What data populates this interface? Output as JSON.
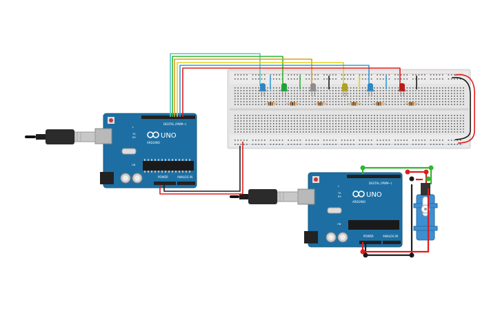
{
  "board_left": {
    "model": "UNO",
    "brand": "ARDUINO",
    "header_digital": "DIGITAL (PWM~)",
    "header_power": "POWER",
    "header_analog": "ANALOG IN",
    "label_tx": "TX",
    "label_rx": "RX",
    "label_l": "L",
    "label_on": "ON"
  },
  "board_right": {
    "model": "UNO",
    "brand": "ARDUINO",
    "header_digital": "DIGITAL (PWM~)",
    "header_power": "POWER",
    "header_analog": "ANALOG IN",
    "label_tx": "TX",
    "label_rx": "RX",
    "label_l": "L",
    "label_on": "ON"
  },
  "leds": [
    {
      "color": "blue",
      "hex": "#2f86c2"
    },
    {
      "color": "green",
      "hex": "#1ea33a"
    },
    {
      "color": "white",
      "hex": "#8d8d8d"
    },
    {
      "color": "yellow",
      "hex": "#b0a21f"
    },
    {
      "color": "blue",
      "hex": "#2f86c2"
    },
    {
      "color": "red",
      "hex": "#b81d1d"
    }
  ],
  "colors": {
    "board": "#1d6fa3",
    "board_dark": "#155a86",
    "breadboard": "#e4e4e4",
    "wire_red": "#e01b1b",
    "wire_black": "#1a1a1a",
    "wire_green": "#2fb62f",
    "wire_yellow": "#e5d21a",
    "wire_blue": "#2d9bd6",
    "wire_teal": "#59c3c3",
    "wire_orange": "#d99b2b",
    "servo": "#3d8fd1"
  },
  "icons": [
    "usb-cable-icon",
    "servo-motor-icon",
    "infinity-logo-icon"
  ]
}
